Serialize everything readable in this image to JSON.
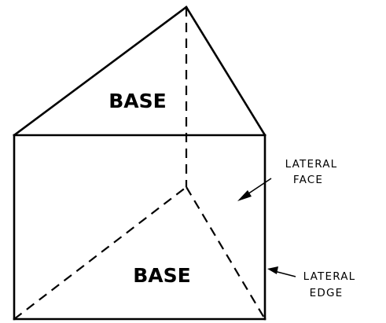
{
  "labels": {
    "top_base": "BASE",
    "bottom_base": "BASE",
    "lateral_face_line1": "LATERAL",
    "lateral_face_line2": "FACE",
    "lateral_edge_line1": "LATERAL",
    "lateral_edge_line2": "EDGE"
  }
}
